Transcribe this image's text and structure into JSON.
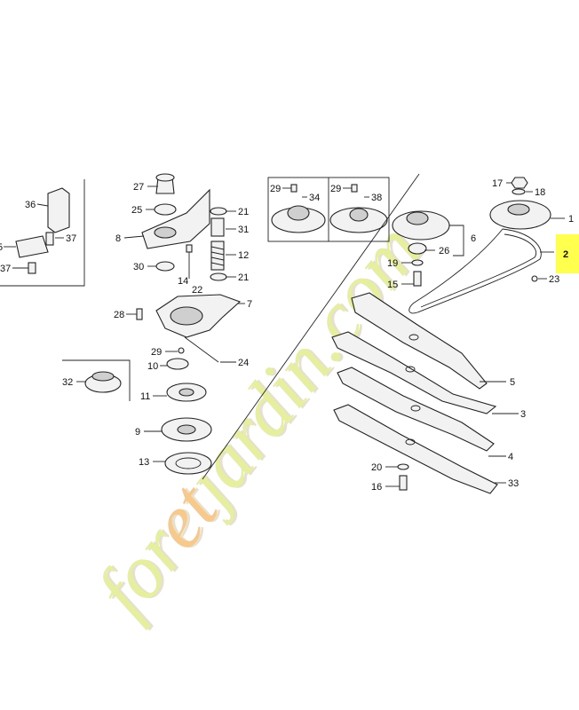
{
  "watermark": {
    "text_part1": "for",
    "text_part2": "et",
    "text_part3": "jardin.com",
    "color_main": "#e6ef9e",
    "color_accent": "#f7c98a",
    "color_shadow": "#d9d2c2"
  },
  "highlight": {
    "color": "#ffff4d",
    "label": "2"
  },
  "labels": {
    "l1": "1",
    "l2": "2",
    "l3": "3",
    "l4": "4",
    "l5": "5",
    "l6": "6",
    "l7": "7",
    "l8": "8",
    "l9": "9",
    "l10": "10",
    "l11": "11",
    "l12": "12",
    "l13": "13",
    "l14": "14",
    "l15": "15",
    "l16": "16",
    "l17": "17",
    "l18": "18",
    "l19": "19",
    "l20": "20",
    "l21a": "21",
    "l21b": "21",
    "l22": "22",
    "l23": "23",
    "l24": "24",
    "l25": "25",
    "l26": "26",
    "l27": "27",
    "l28": "28",
    "l29a": "29",
    "l29b": "29",
    "l29c": "29",
    "l30": "30",
    "l31": "31",
    "l32": "32",
    "l33": "33",
    "l34": "34",
    "l35": "5",
    "l36": "36",
    "l37a": "37",
    "l37b": "37",
    "l38": "38"
  }
}
